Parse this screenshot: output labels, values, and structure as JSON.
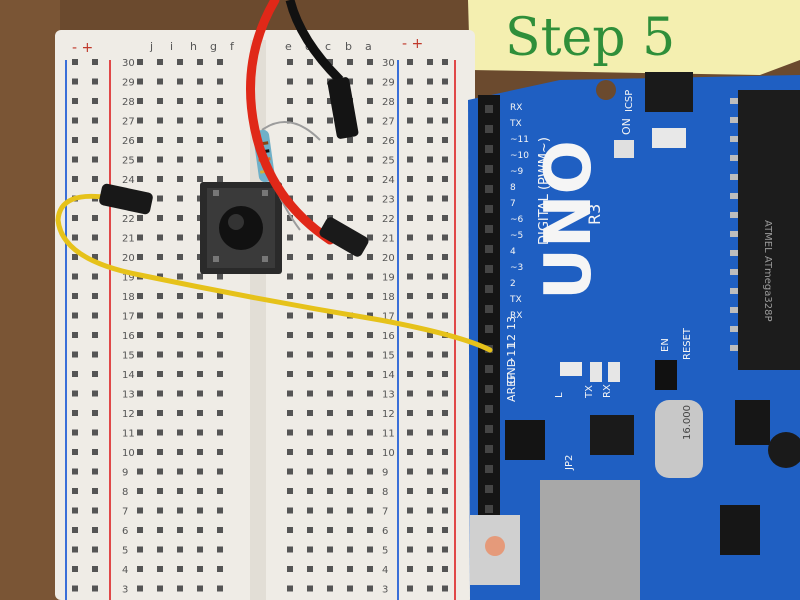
{
  "caption": "Step 5",
  "breadboard": {
    "top_label_left": "- +",
    "top_label_right": "- +",
    "column_letters_left": [
      "j",
      "i",
      "h",
      "g",
      "f"
    ],
    "column_letters_right": [
      "e",
      "d",
      "c",
      "b",
      "a"
    ],
    "row_numbers": [
      "30",
      "29",
      "28",
      "27",
      "26",
      "25",
      "24",
      "23",
      "22",
      "21",
      "20",
      "19",
      "18",
      "17",
      "16",
      "15",
      "14",
      "13",
      "12",
      "11",
      "10",
      "9",
      "8",
      "7",
      "6",
      "5",
      "4",
      "3"
    ]
  },
  "arduino": {
    "model": "UNO",
    "revision": "R3",
    "digital_label": "DIGITAL (PWM~)",
    "header_labels": [
      "RX",
      "TX",
      "~11",
      "~10",
      "~9",
      "8",
      "7",
      "~6",
      "~5",
      "4",
      "~3",
      "2",
      "TX",
      "RX"
    ],
    "pin_labels": [
      "13",
      "12",
      "~11",
      "GND",
      "AREF"
    ],
    "led_labels": [
      "L",
      "TX",
      "RX"
    ],
    "other_labels": [
      "ON",
      "ICSP",
      "RESET",
      "EN",
      "JP2",
      "16.000"
    ],
    "chip_text": "ATMEL ATmega328P"
  },
  "colors": {
    "wood": "#6b4a2e",
    "breadboard": "#efece6",
    "board_blue": "#1f5fc2",
    "wire_red": "#e02818",
    "wire_yellow": "#e6c21a",
    "sticky_note": "#f4efb0",
    "caption_green": "#2f8f3a"
  },
  "icons": [
    "pushbutton-icon",
    "resistor-icon",
    "usb-port-icon",
    "reset-button-icon"
  ]
}
